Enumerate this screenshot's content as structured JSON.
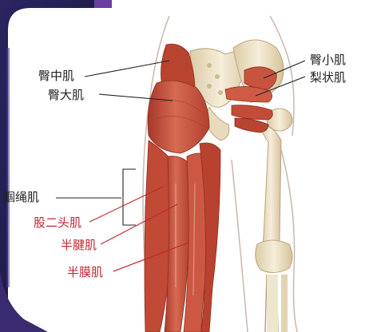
{
  "labels": {
    "gluteus_medius": "臀中肌",
    "gluteus_maximus": "臀大肌",
    "gluteus_minimus": "臀小肌",
    "piriformis": "梨状肌",
    "hamstrings": "腘绳肌",
    "biceps_femoris": "股二头肌",
    "semitendinosus": "半腱肌",
    "semimembranosus": "半膜肌"
  },
  "colors": {
    "corner_backdrop": "#1e1a4a",
    "corner_accent": "#6b3fa0",
    "muscle": "#c8543f",
    "muscle_dark": "#8e2f22",
    "bone": "#efe6cf",
    "bone_shade": "#d9c9a5",
    "skin_outline": "#c9b7ae",
    "label_black": "#222222",
    "label_red": "#c2262f"
  }
}
